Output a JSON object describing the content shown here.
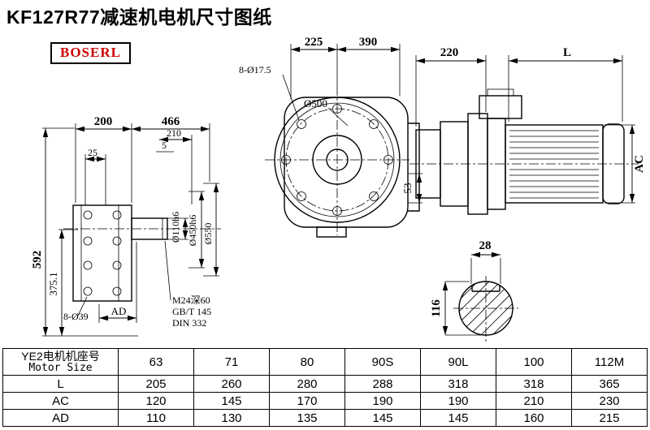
{
  "page": {
    "title": "KF127R77减速机电机尺寸图纸",
    "brand": "BOSERL",
    "colors": {
      "accent_red": "#cc0000",
      "line": "#000000",
      "background": "#ffffff"
    }
  },
  "drawing": {
    "front_view": {
      "dim_225": "225",
      "dim_390": "390",
      "holes_label": "8-Ø17.5",
      "dia_500": "Ø500",
      "dim_53": "53"
    },
    "side_view": {
      "dim_200": "200",
      "dim_466": "466",
      "dim_210": "210",
      "dim_5": "5",
      "dim_25": "25",
      "dim_592": "592",
      "dim_375_1": "375.1",
      "holes_label": "8-Ø39",
      "dim_ad": "AD",
      "shaft_dia": "Ø110h6",
      "spigot_dia": "Ø450h6",
      "flange_dia": "Ø550",
      "thread_note": "M24深60",
      "thread_std1": "GB/T 145",
      "thread_std2": "DIN 332"
    },
    "motor_view": {
      "dim_220": "220",
      "dim_L": "L",
      "dim_AC": "AC"
    },
    "shaft_section": {
      "dim_28": "28",
      "dim_116": "116"
    }
  },
  "table": {
    "header_cn": "YE2电机机座号",
    "header_en": "Motor Size",
    "sizes": [
      "63",
      "71",
      "80",
      "90S",
      "90L",
      "100",
      "112M"
    ],
    "rows": [
      {
        "label": "L",
        "values": [
          "205",
          "260",
          "280",
          "288",
          "318",
          "318",
          "365"
        ]
      },
      {
        "label": "AC",
        "values": [
          "120",
          "145",
          "170",
          "190",
          "190",
          "210",
          "230"
        ]
      },
      {
        "label": "AD",
        "values": [
          "110",
          "130",
          "135",
          "145",
          "145",
          "160",
          "215"
        ]
      }
    ]
  }
}
